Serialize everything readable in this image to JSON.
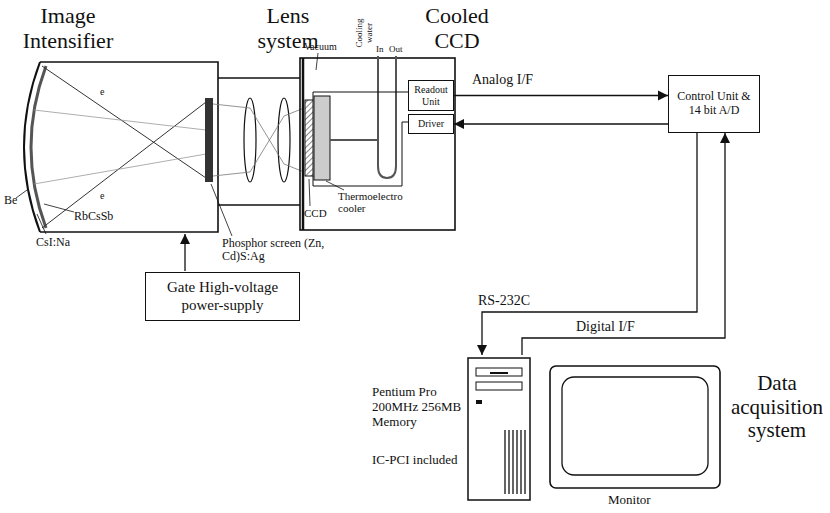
{
  "diagram": {
    "nodes": [
      {
        "text": [
          "Readout Unit"
        ]
      },
      {
        "text": [
          "Driver"
        ]
      },
      {
        "text": [
          "Control Unit & 14 bit A/D"
        ]
      },
      {
        "text": [
          "Gate High-voltage power-supply"
        ]
      },
      {
        "text": [
          "Pentium Pro 200MHz 256MB Memory",
          "IC-PCI included"
        ]
      }
    ],
    "edges": [
      {
        "from": 0,
        "to": 2,
        "label": "Analog I/F",
        "arrow": "to"
      },
      {
        "from": 2,
        "to": 1,
        "arrow": "to"
      },
      {
        "from": 2,
        "to": 4,
        "label": "RS-232C",
        "arrow": "to"
      },
      {
        "from": 4,
        "to": 2,
        "label": "Digital I/F",
        "arrow": "to"
      }
    ],
    "labels": [
      "Image Intensifier",
      "Lens system",
      "Cooled CCD",
      "Data acquisition system",
      "Be",
      "CsI:Na",
      "RbCsSb",
      "Phosphor screen (Zn, Cd)S:Ag",
      "Vacuum",
      "Cooling water",
      "In",
      "Out",
      "CCD",
      "Thermoelectro cooler",
      "Monitor",
      "e",
      "e"
    ]
  }
}
